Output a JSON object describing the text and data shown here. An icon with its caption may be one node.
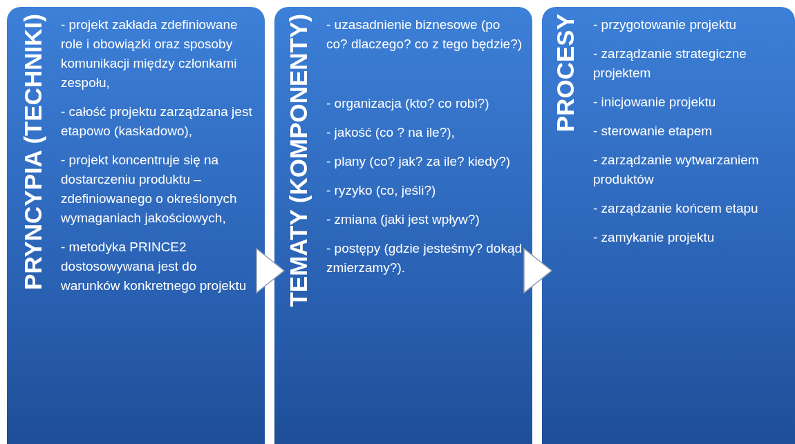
{
  "diagram": {
    "nodes": [
      {
        "text": [
          "PRYNCYPIA (TECHNIKI)",
          "- projekt zakłada zdefiniowane role i obowiązki oraz sposoby komunikacji między członkami zespołu,",
          "- całość projektu zarządzana jest etapowo (kaskadowo),",
          "- projekt koncentruje się na dostarczeniu produktu – zdefiniowanego o określonych wymaganiach jakościowych,",
          "- metodyka PRINCE2 dostosowywana jest do warunków konkretnego projektu"
        ]
      },
      {
        "text": [
          "TEMATY (KOMPONENTY)",
          "- uzasadnienie biznesowe (po co? dlaczego? co z tego będzie?)",
          "- organizacja (kto? co robi?)",
          "- jakość (co ? na ile?),",
          "- plany (co? jak?  za ile? kiedy?)",
          "- ryzyko (co, jeśli?)",
          "- zmiana (jaki jest wpływ?)",
          "- postępy (gdzie jesteśmy? dokąd zmierzamy?)."
        ]
      },
      {
        "text": [
          "PROCESY",
          "- przygotowanie projektu",
          "- zarządzanie strategiczne projektem",
          "- inicjowanie projektu",
          "- sterowanie etapem",
          "- zarządzanie wytwarzaniem produktów",
          "- zarządzanie końcem etapu",
          "- zamykanie projektu"
        ]
      }
    ],
    "edges": [
      {
        "from": 0,
        "to": 1,
        "arrow": "to"
      },
      {
        "from": 1,
        "to": 2,
        "arrow": "to"
      }
    ]
  }
}
